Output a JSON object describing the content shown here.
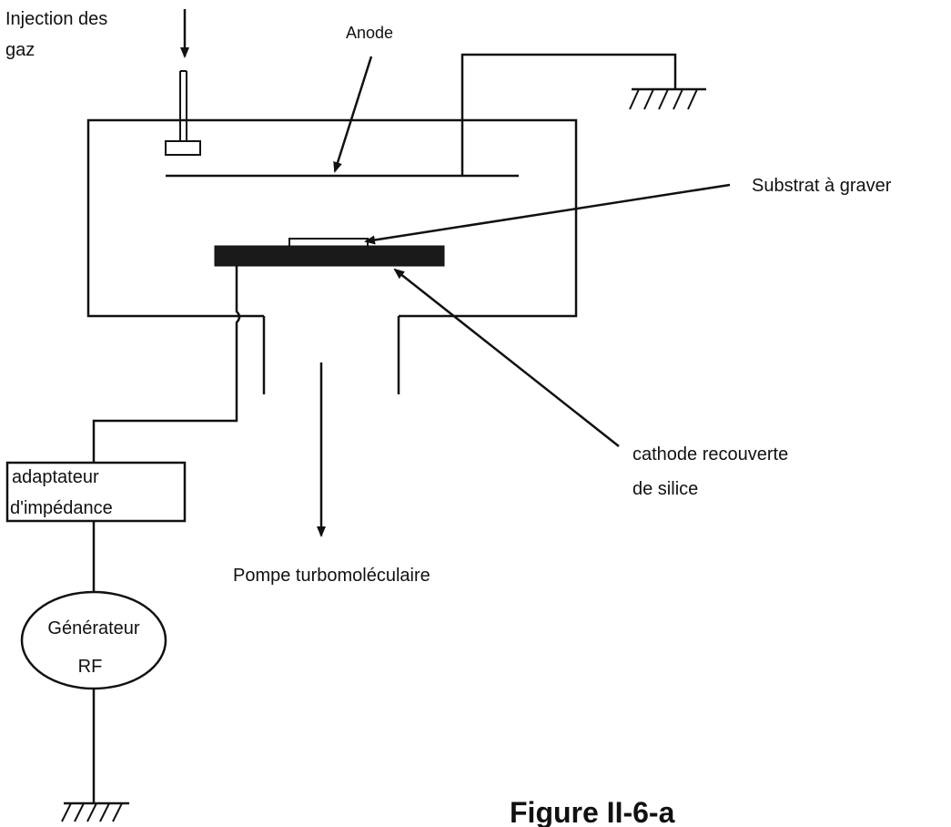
{
  "labels": {
    "gas_injection_line1": "Injection des",
    "gas_injection_line2": "gaz",
    "anode": "Anode",
    "substrate": "Substrat à graver",
    "cathode_line1": "cathode recouverte",
    "cathode_line2": "de silice",
    "pump": "Pompe turbomoléculaire",
    "matcher_line1": "adaptateur",
    "matcher_line2": "d'impédance",
    "generator_line1": "Générateur",
    "generator_line2": "RF",
    "figure_caption": "Figure II-6-a"
  },
  "colors": {
    "ink": "#111111",
    "cathode_fill": "#1a1a1a",
    "background": "#ffffff"
  }
}
